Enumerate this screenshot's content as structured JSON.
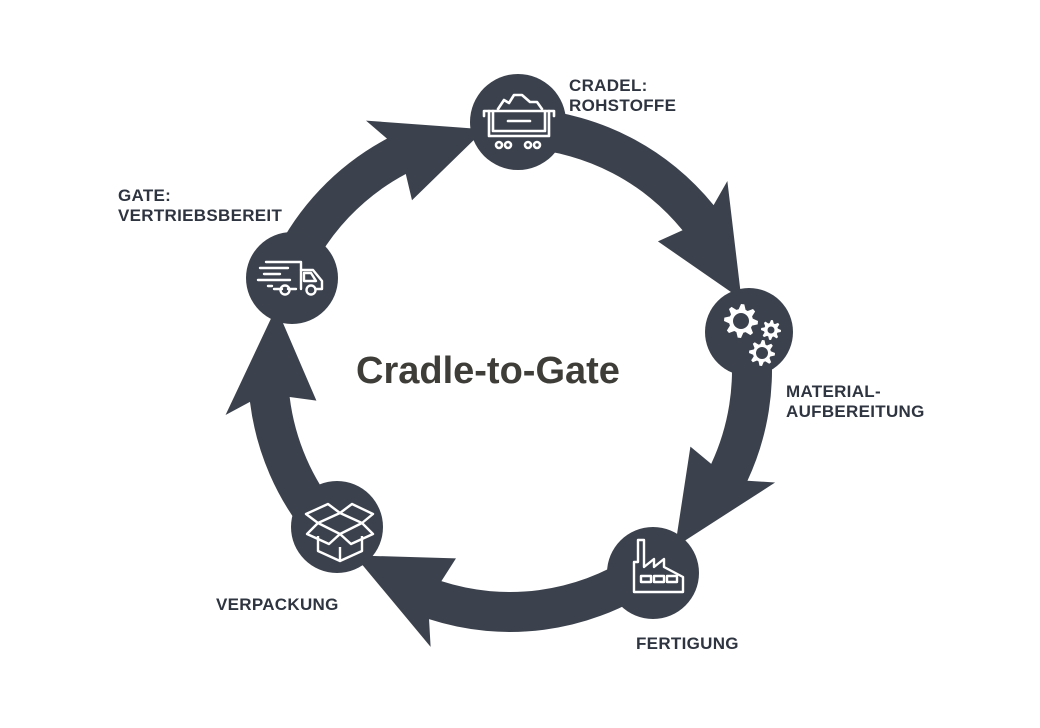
{
  "title": "Cradle-to-Gate",
  "colors": {
    "ring": "#3c424d",
    "icon_stroke": "#ffffff",
    "label_text": "#2f3540",
    "title_text": "#3f3d38"
  },
  "stages": [
    {
      "id": "rohstoffe",
      "label_line1": "CRADEL:",
      "label_line2": "ROHSTOFFE",
      "icon": "mine-cart-icon"
    },
    {
      "id": "materialaufbereitung",
      "label_line1": "MATERIAL-",
      "label_line2": "AUFBEREITUNG",
      "icon": "gears-icon"
    },
    {
      "id": "fertigung",
      "label_line1": "FERTIGUNG",
      "label_line2": "",
      "icon": "factory-icon"
    },
    {
      "id": "verpackung",
      "label_line1": "VERPACKUNG",
      "label_line2": "",
      "icon": "open-box-icon"
    },
    {
      "id": "vertriebsbereit",
      "label_line1": "GATE:",
      "label_line2": "VERTRIEBSBEREIT",
      "icon": "delivery-truck-icon"
    }
  ],
  "flow_direction": "clockwise"
}
